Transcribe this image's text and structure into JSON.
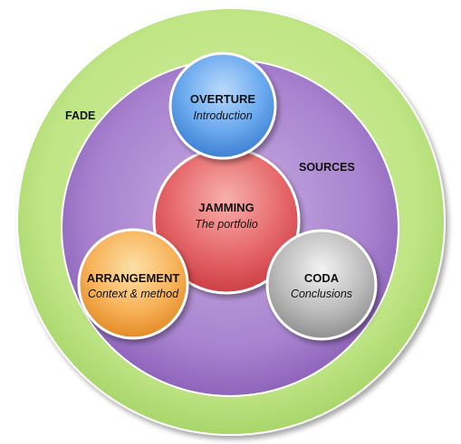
{
  "diagram": {
    "outer_ring": {
      "label": "FADE",
      "color": "#b7e07a"
    },
    "middle_ring": {
      "label": "SOURCES",
      "color": "#9b72c4"
    },
    "nodes": {
      "overture": {
        "title": "OVERTURE",
        "subtitle": "Introduction",
        "color": "#5a9de8"
      },
      "jamming": {
        "title": "JAMMING",
        "subtitle": "The portfolio",
        "color": "#e0585a"
      },
      "arrangement": {
        "title": "ARRANGEMENT",
        "subtitle": "Context & method",
        "color": "#f7a540"
      },
      "coda": {
        "title": "CODA",
        "subtitle": "Conclusions",
        "color": "#a9a9a9"
      }
    }
  }
}
